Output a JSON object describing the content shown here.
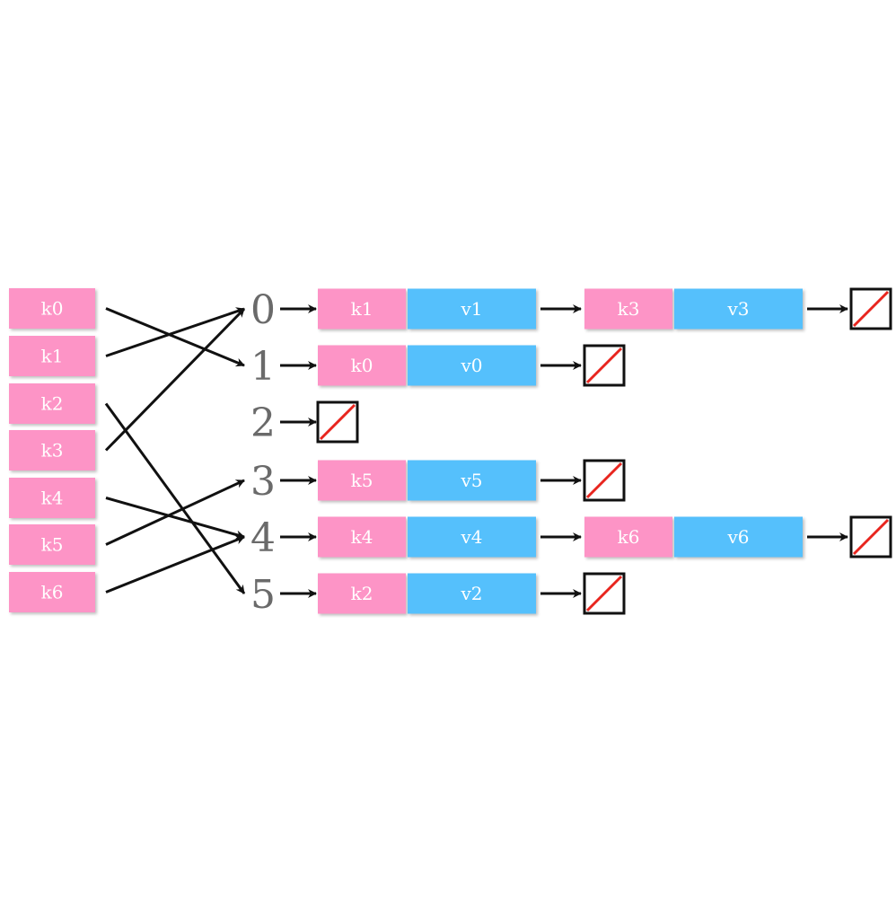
{
  "colors": {
    "key_fill": "#fd94c6",
    "value_fill": "#54c0fc",
    "arrow": "#111111",
    "null_slash": "#e8251e",
    "null_border": "#111111",
    "index_text": "#6a6a6a",
    "box_text": "#ffffff"
  },
  "keys": [
    "k0",
    "k1",
    "k2",
    "k3",
    "k4",
    "k5",
    "k6"
  ],
  "buckets": [
    {
      "index": "0",
      "chain": [
        {
          "key": "k1",
          "value": "v1"
        },
        {
          "key": "k3",
          "value": "v3"
        }
      ]
    },
    {
      "index": "1",
      "chain": [
        {
          "key": "k0",
          "value": "v0"
        }
      ]
    },
    {
      "index": "2",
      "chain": []
    },
    {
      "index": "3",
      "chain": [
        {
          "key": "k5",
          "value": "v5"
        }
      ]
    },
    {
      "index": "4",
      "chain": [
        {
          "key": "k4",
          "value": "v4"
        },
        {
          "key": "k6",
          "value": "v6"
        }
      ]
    },
    {
      "index": "5",
      "chain": [
        {
          "key": "k2",
          "value": "v2"
        }
      ]
    }
  ],
  "hash_mapping": [
    {
      "key": "k0",
      "bucket": "1"
    },
    {
      "key": "k1",
      "bucket": "0"
    },
    {
      "key": "k2",
      "bucket": "5"
    },
    {
      "key": "k3",
      "bucket": "0"
    },
    {
      "key": "k4",
      "bucket": "4"
    },
    {
      "key": "k5",
      "bucket": "3"
    },
    {
      "key": "k6",
      "bucket": "4"
    }
  ]
}
